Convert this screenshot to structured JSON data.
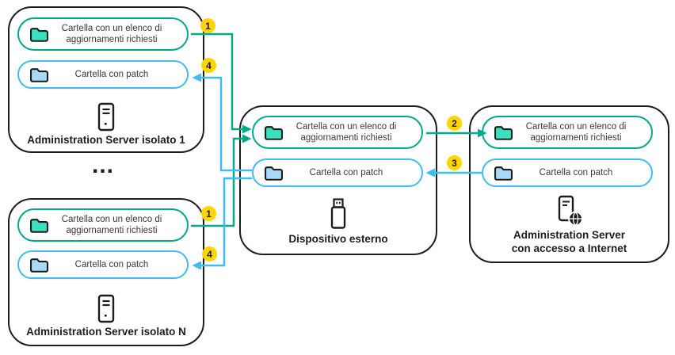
{
  "colors": {
    "green": "#00A88E",
    "blue": "#3FBCF4",
    "yellow": "#FFD500",
    "ink": "#1D1D1B",
    "folder_green": "#3CDFBE",
    "folder_blue": "#A8DAF8"
  },
  "badges": [
    "1",
    "4",
    "1",
    "4",
    "2",
    "3"
  ],
  "ellipsis": "...",
  "nodes": {
    "server1": {
      "title": "Administration Server isolato 1",
      "updates_line1": "Cartella con un elenco di",
      "updates_line2": "aggiornamenti richiesti",
      "patch_label": "Cartella con patch"
    },
    "serverN": {
      "title": "Administration Server isolato N",
      "updates_line1": "Cartella con un elenco di",
      "updates_line2": "aggiornamenti richiesti",
      "patch_label": "Cartella con patch"
    },
    "external": {
      "title": "Dispositivo esterno",
      "updates_line1": "Cartella con un elenco di",
      "updates_line2": "aggiornamenti richiesti",
      "patch_label": "Cartella con patch"
    },
    "internet": {
      "title_line1": "Administration Server",
      "title_line2": "con accesso a Internet",
      "updates_line1": "Cartella con un elenco di",
      "updates_line2": "aggiornamenti richiesti",
      "patch_label": "Cartella con patch"
    }
  }
}
